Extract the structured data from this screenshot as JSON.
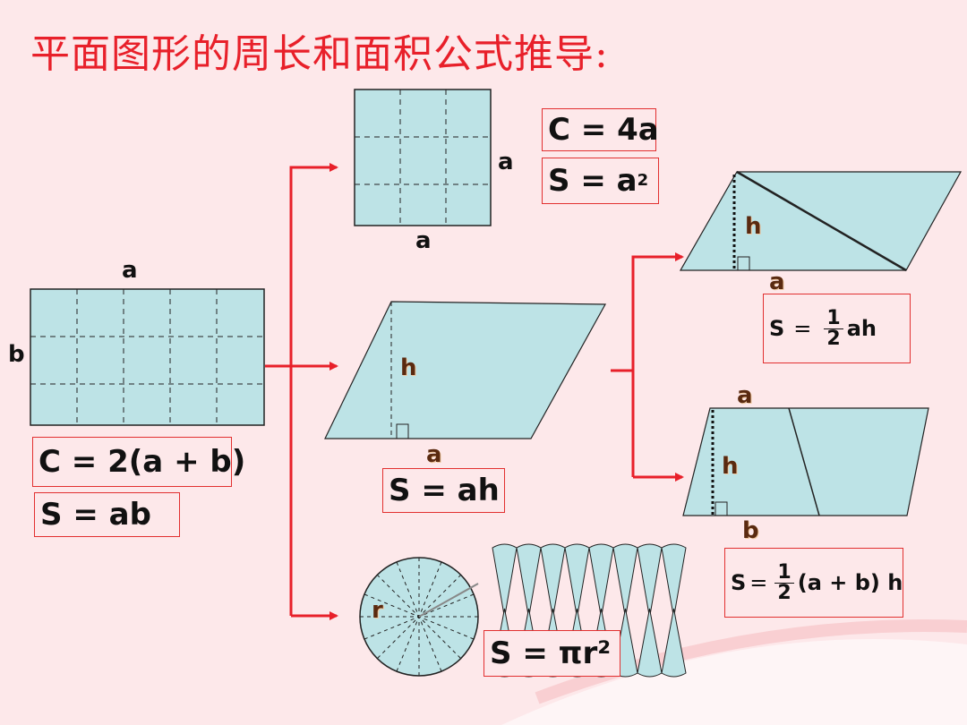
{
  "title": "平面图形的周长和面积公式推导:",
  "colors": {
    "background": "#fde8ea",
    "shape_fill": "#bde3e6",
    "accent": "#e8202a"
  },
  "labels": {
    "a": "a",
    "b": "b",
    "h": "h",
    "r": "r"
  },
  "formulas": {
    "rect_perimeter": "C = 2(a + b)",
    "rect_area": "S = ab",
    "square_perimeter": "C = 4a",
    "square_area_base": "S = a",
    "square_area_exp": "2",
    "parallelogram_area": "S = ah",
    "triangle_s": "S",
    "triangle_eq": "=",
    "triangle_num": "1",
    "triangle_den": "2",
    "triangle_tail": "ah",
    "trapezoid_s": "S",
    "trapezoid_eq": "=",
    "trapezoid_num": "1",
    "trapezoid_den": "2",
    "trapezoid_tail": "(a + b) h",
    "circle_area": "S = πr²"
  }
}
